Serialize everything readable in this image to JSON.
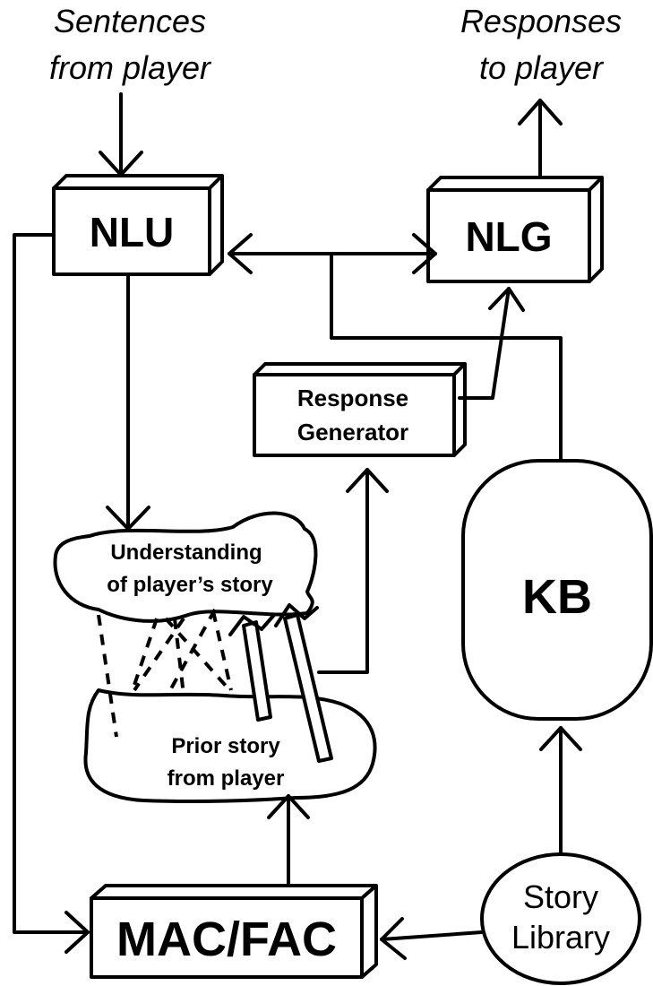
{
  "inputs": {
    "sentences": [
      "Sentences",
      "from player"
    ],
    "responses": [
      "Responses",
      "to player"
    ]
  },
  "nodes": {
    "nlu": "NLU",
    "nlg": "NLG",
    "response_generator": [
      "Response",
      "Generator"
    ],
    "understanding": [
      "Understanding",
      "of player’s story"
    ],
    "prior_story": [
      "Prior story",
      "from player"
    ],
    "kb": "KB",
    "story_library": [
      "Story",
      "Library"
    ],
    "mac_fac": "MAC/FAC"
  }
}
